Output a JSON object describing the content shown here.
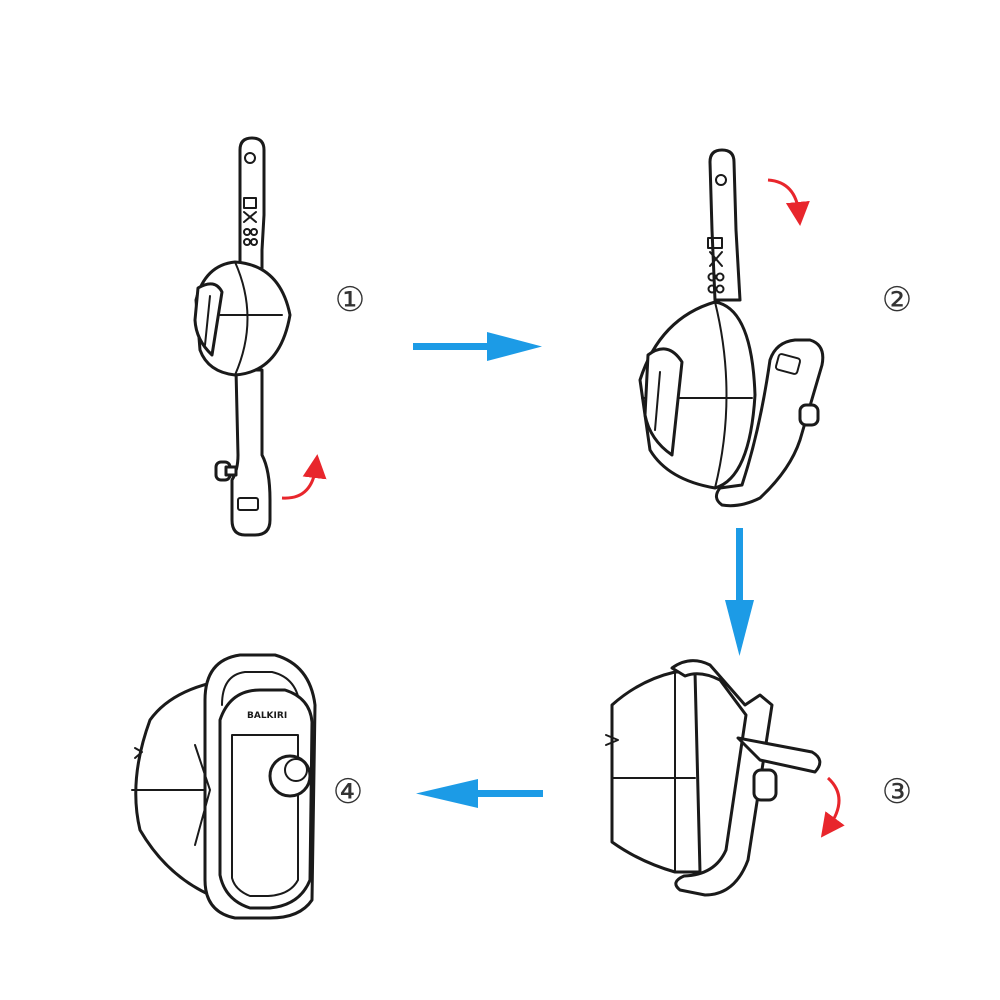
{
  "steps": [
    {
      "number": "①"
    },
    {
      "number": "②"
    },
    {
      "number": "③"
    },
    {
      "number": "④"
    }
  ],
  "colors": {
    "flow_arrow": "#1c9be6",
    "rotate_arrow": "#e8262c",
    "line_art": "#1a1a1a",
    "background": "#ffffff"
  },
  "icons": {
    "flow": "blue-flow-arrow",
    "rotate": "red-curved-rotate-arrow"
  }
}
